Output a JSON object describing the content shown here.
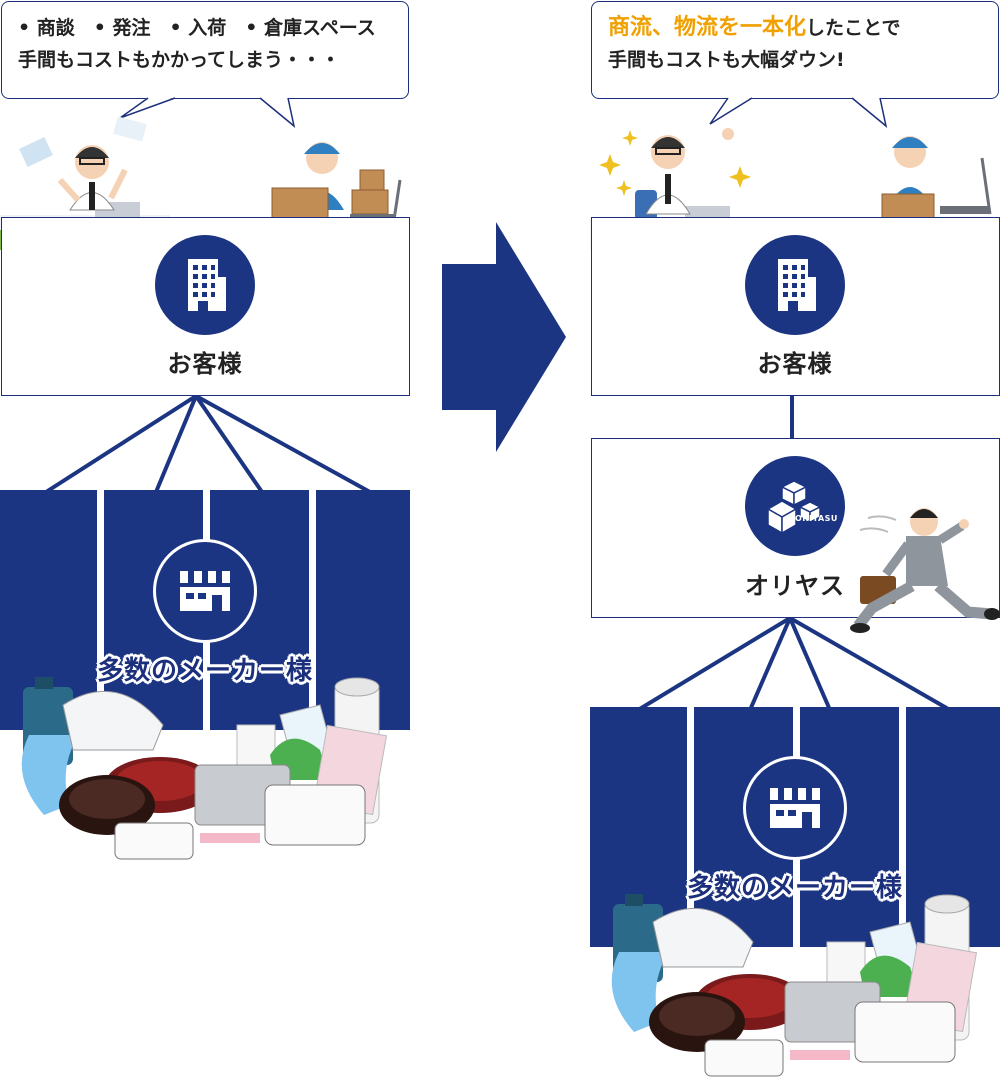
{
  "before": {
    "bubble_line1": "• 商談　• 発注　• 入荷　• 倉庫スペース",
    "bubble_line2": "手間もコストもかかってしまう・・・",
    "customer_label": "お客様",
    "makers_label": "多数のメーカー様"
  },
  "after": {
    "bubble_highlight": "商流、物流を一本化",
    "bubble_rest": "したことで",
    "bubble_line2": "手間もコストも大幅ダウン!",
    "customer_label": "お客様",
    "oriyasu_label": "オリヤス",
    "oriyasu_logo_text": "ORIYASU",
    "makers_label": "多数のメーカー様"
  },
  "colors": {
    "navy": "#1b3583",
    "highlight": "#f0a000"
  },
  "icons": [
    "building-icon",
    "factory-icon",
    "oriyasu-logo-icon",
    "arrow-right-icon"
  ]
}
